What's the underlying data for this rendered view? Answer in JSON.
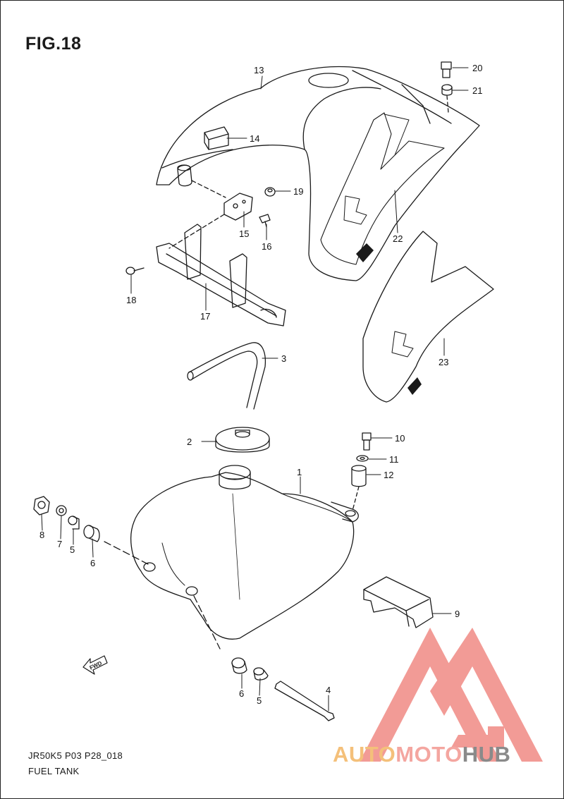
{
  "figure": {
    "title": "FIG.18",
    "code": "JR50K5 P03 P28_018",
    "name": "FUEL TANK"
  },
  "parts": [
    {
      "num": "1"
    },
    {
      "num": "2"
    },
    {
      "num": "3"
    },
    {
      "num": "4"
    },
    {
      "num": "5"
    },
    {
      "num": "5"
    },
    {
      "num": "6"
    },
    {
      "num": "6"
    },
    {
      "num": "7"
    },
    {
      "num": "8"
    },
    {
      "num": "9"
    },
    {
      "num": "10"
    },
    {
      "num": "11"
    },
    {
      "num": "12"
    },
    {
      "num": "13"
    },
    {
      "num": "14"
    },
    {
      "num": "15"
    },
    {
      "num": "16"
    },
    {
      "num": "17"
    },
    {
      "num": "18"
    },
    {
      "num": "19"
    },
    {
      "num": "20"
    },
    {
      "num": "21"
    },
    {
      "num": "22"
    },
    {
      "num": "23"
    }
  ],
  "direction_marker": "FWD",
  "watermark": {
    "segments": [
      "AUTO",
      "MOTO",
      "HUB"
    ],
    "colors": [
      "#f4c07a",
      "#f4a6a0",
      "#8a8a8a"
    ],
    "logo_color": "#f08a84"
  },
  "colors": {
    "line": "#1a1a1a",
    "background": "#ffffff"
  }
}
